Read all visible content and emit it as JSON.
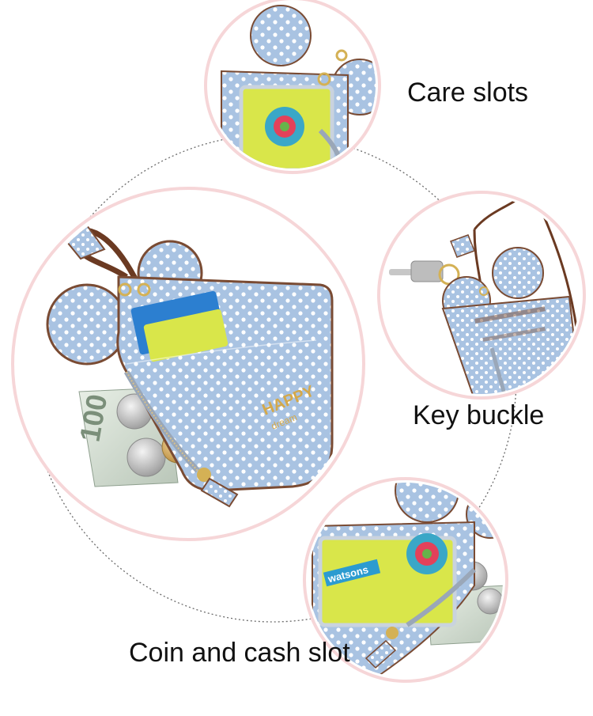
{
  "labels": {
    "care_slots": "Care slots",
    "key_buckle": "Key buckle",
    "coin_cash_slot": "Coin and cash slot"
  },
  "product": {
    "brand_line1": "HAPPY",
    "brand_line2": "dream",
    "card_brand": "watsons"
  },
  "colors": {
    "wallet_blue": "#a9c3e2",
    "polka_dot": "#ffffff",
    "ring_pink": "#f6d6d8",
    "dotted_line": "#6b6b6b",
    "strap_brown": "#6b3a22",
    "card_yellow": "#d9e64a"
  }
}
